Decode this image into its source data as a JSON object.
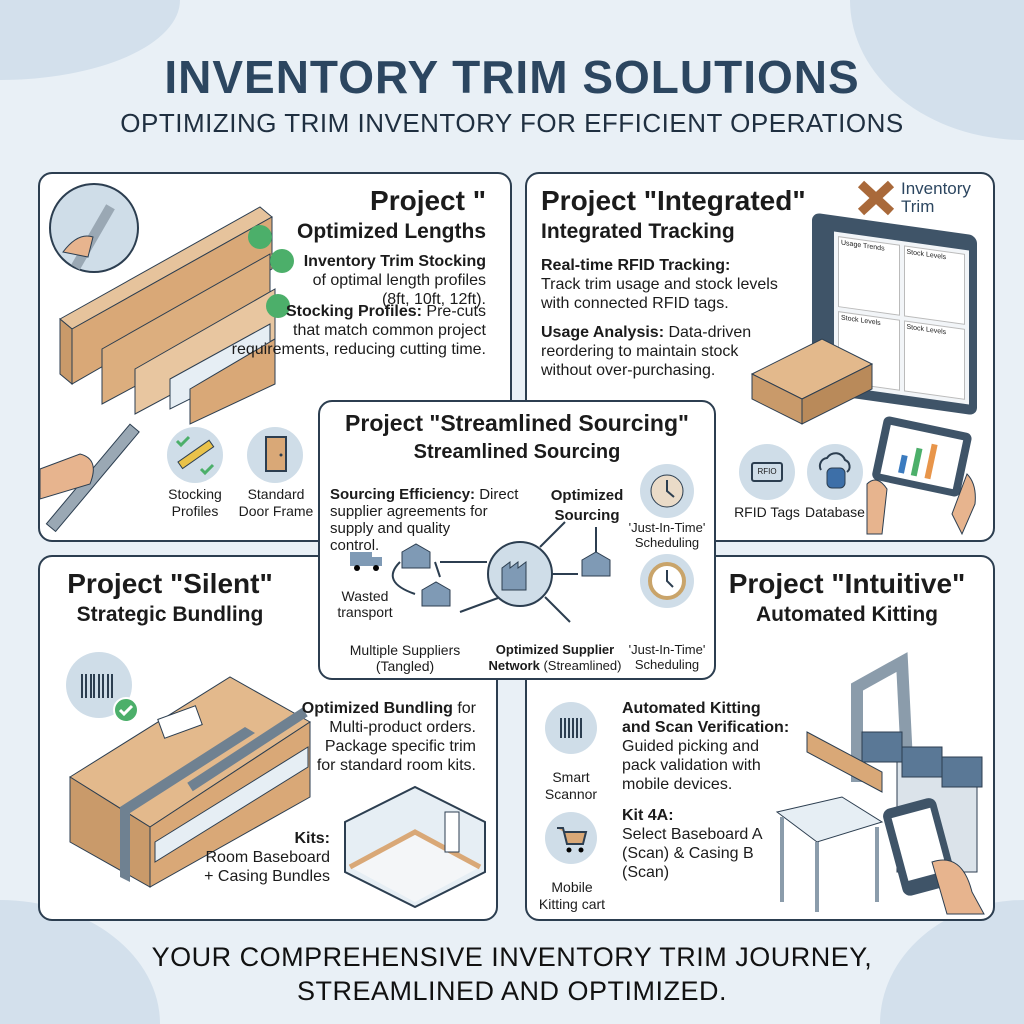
{
  "header": {
    "title": "INVENTORY TRIM SOLUTIONS",
    "subtitle": "OPTIMIZING TRIM INVENTORY FOR EFFICIENT OPERATIONS"
  },
  "logo": {
    "line1": "Inventory",
    "line2": "Trim"
  },
  "panels": {
    "lengths": {
      "title": "Project \"",
      "subtitle": "Optimized Lengths",
      "p1_bold": "Inventory Trim Stocking",
      "p1_l1": "of optimal length profiles",
      "p1_l2": "(8ft, 10ft, 12ft).",
      "p2_bold": "Stocking Profiles:",
      "p2_l1": " Pre-cuts",
      "p2_l2": "that match common project",
      "p2_l3": "requirements, reducing cutting time.",
      "icon1_l1": "Stocking",
      "icon1_l2": "Profiles",
      "icon2_l1": "Standard",
      "icon2_l2": "Door Frame"
    },
    "integrated": {
      "title": "Project \"Integrated\"",
      "subtitle": "Integrated Tracking",
      "p1_bold": "Real-time RFID Tracking:",
      "p1_l1": "Track trim usage and stock levels",
      "p1_l2": "with connected RFID tags.",
      "p2_bold": "Usage Analysis:",
      "p2_l1": " Data-driven",
      "p2_l2": "reordering to maintain stock",
      "p2_l3": "without over-purchasing.",
      "screen": [
        "Usage Trends",
        "Stock Levels",
        "Stock Levels",
        "Stock Levels"
      ],
      "rfid_label": "RFIO",
      "icon1": "RFID Tags",
      "icon2": "Database"
    },
    "sourcing": {
      "title": "Project \"Streamlined Sourcing\"",
      "subtitle": "Streamlined Sourcing",
      "p_bold": "Sourcing Efficiency:",
      "p_l1": " Direct",
      "p_l2": "supplier agreements for",
      "p_l3": "supply and quality",
      "p_l4": "control.",
      "opt_l1": "Optimized",
      "opt_l2": "Sourcing",
      "jit1_l1": "'Just-In-Time'",
      "jit1_l2": "Scheduling",
      "wasted_l1": "Wasted",
      "wasted_l2": "transport",
      "multi_l1": "Multiple Suppliers",
      "multi_l2": "(Tangled)",
      "net_bold1": "Optimized Supplier",
      "net_bold2": "Network",
      "net_rest": " (Streamlined)",
      "jit2_l1": "'Just-In-Time'",
      "jit2_l2": "Scheduling"
    },
    "bundling": {
      "title": "Project \"Silent\"",
      "subtitle": "Strategic Bundling",
      "p_bold": "Optimized Bundling",
      "p_l1": " for",
      "p_l2": "Multi-product orders.",
      "p_l3": "Package specific trim",
      "p_l4": "for standard room kits.",
      "kits_bold": "Kits:",
      "kits_l1": "Room Baseboard",
      "kits_l2": "+ Casing Bundles"
    },
    "kitting": {
      "title": "Project \"Intuitive\"",
      "subtitle": "Automated Kitting",
      "p1_b1": "Automated Kitting",
      "p1_b2": "and Scan Verification:",
      "p1_l1": "Guided picking and",
      "p1_l2": "pack validation with",
      "p1_l3": "mobile devices.",
      "p2_bold": "Kit 4A:",
      "p2_l1": "Select Baseboard A",
      "p2_l2": "(Scan) & Casing B",
      "p2_l3": "(Scan)",
      "icon1_l1": "Smart",
      "icon1_l2": "Scannor",
      "icon2_l1": "Mobile",
      "icon2_l2": "Kitting cart"
    }
  },
  "footer": {
    "line1": "YOUR COMPREHENSIVE INVENTORY TRIM JOURNEY,",
    "line2": "STREAMLINED AND OPTIMIZED."
  },
  "colors": {
    "navy": "#2c4660",
    "wood": "#d9a877",
    "check": "#4caf6a",
    "iconbg": "#cfdde8"
  }
}
